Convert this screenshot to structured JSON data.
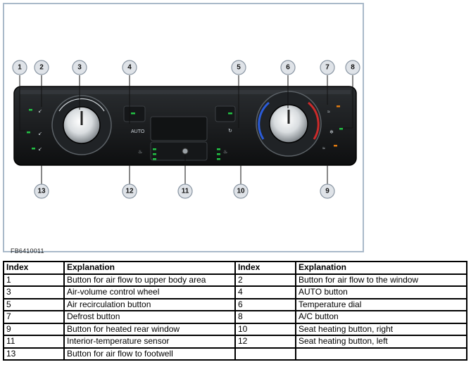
{
  "figure": {
    "code": "FB6410011",
    "auto_label": "AUTO",
    "callouts": [
      "1",
      "2",
      "3",
      "4",
      "5",
      "6",
      "7",
      "8",
      "9",
      "10",
      "11",
      "12",
      "13"
    ]
  },
  "table": {
    "headers": [
      "Index",
      "Explanation",
      "Index",
      "Explanation"
    ],
    "rows": [
      [
        "1",
        "Button for air flow to upper body area",
        "2",
        "Button for air flow to the window"
      ],
      [
        "3",
        "Air-volume control wheel",
        "4",
        "AUTO button"
      ],
      [
        "5",
        "Air recirculation button",
        "6",
        "Temperature dial"
      ],
      [
        "7",
        "Defrost button",
        "8",
        "A/C button"
      ],
      [
        "9",
        "Button for heated rear window",
        "10",
        "Seat heating button, right"
      ],
      [
        "11",
        "Interior-temperature sensor",
        "12",
        "Seat heating button, left"
      ],
      [
        "13",
        "Button for air flow to footwell",
        "",
        ""
      ]
    ]
  },
  "colors": {
    "frame": "#a9b9c9",
    "panel": "#1a1c1e",
    "led_green": "#22c244",
    "led_orange": "#e07a10"
  }
}
